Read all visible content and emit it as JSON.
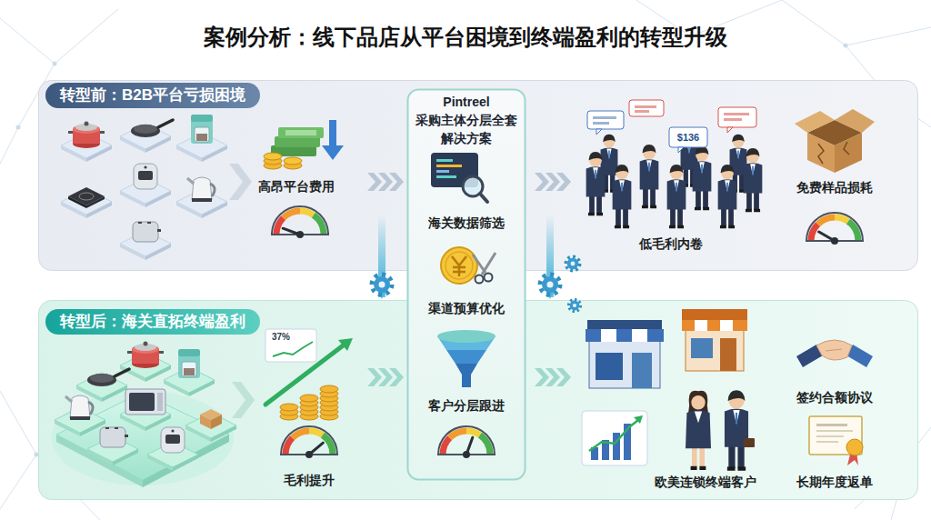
{
  "diagram": {
    "title": "案例分析：线下品店从平台困境到终端盈利的转型升级",
    "nodes": [
      {
        "text": [
          "转型前：B2B平台亏损困境"
        ]
      },
      {
        "text": [
          "Pintreel 采购主体分层全套 解决方案",
          "海关数据筛选",
          "渠道预算优化",
          "客户分层跟进"
        ]
      },
      {
        "text": [
          "转型后：海关直拓终端盈利"
        ]
      }
    ],
    "edges": [
      {
        "from": 0,
        "to": 2,
        "arrow": "to"
      },
      {
        "from": 0,
        "to": 2,
        "arrow": "to"
      }
    ],
    "labels": [
      "高昂平台费用",
      "$136",
      "低毛利内卷",
      "免费样品损耗",
      "37%",
      "毛利提升",
      "欧美连锁终端客户",
      "签约合额协议",
      "长期年度返单"
    ]
  }
}
